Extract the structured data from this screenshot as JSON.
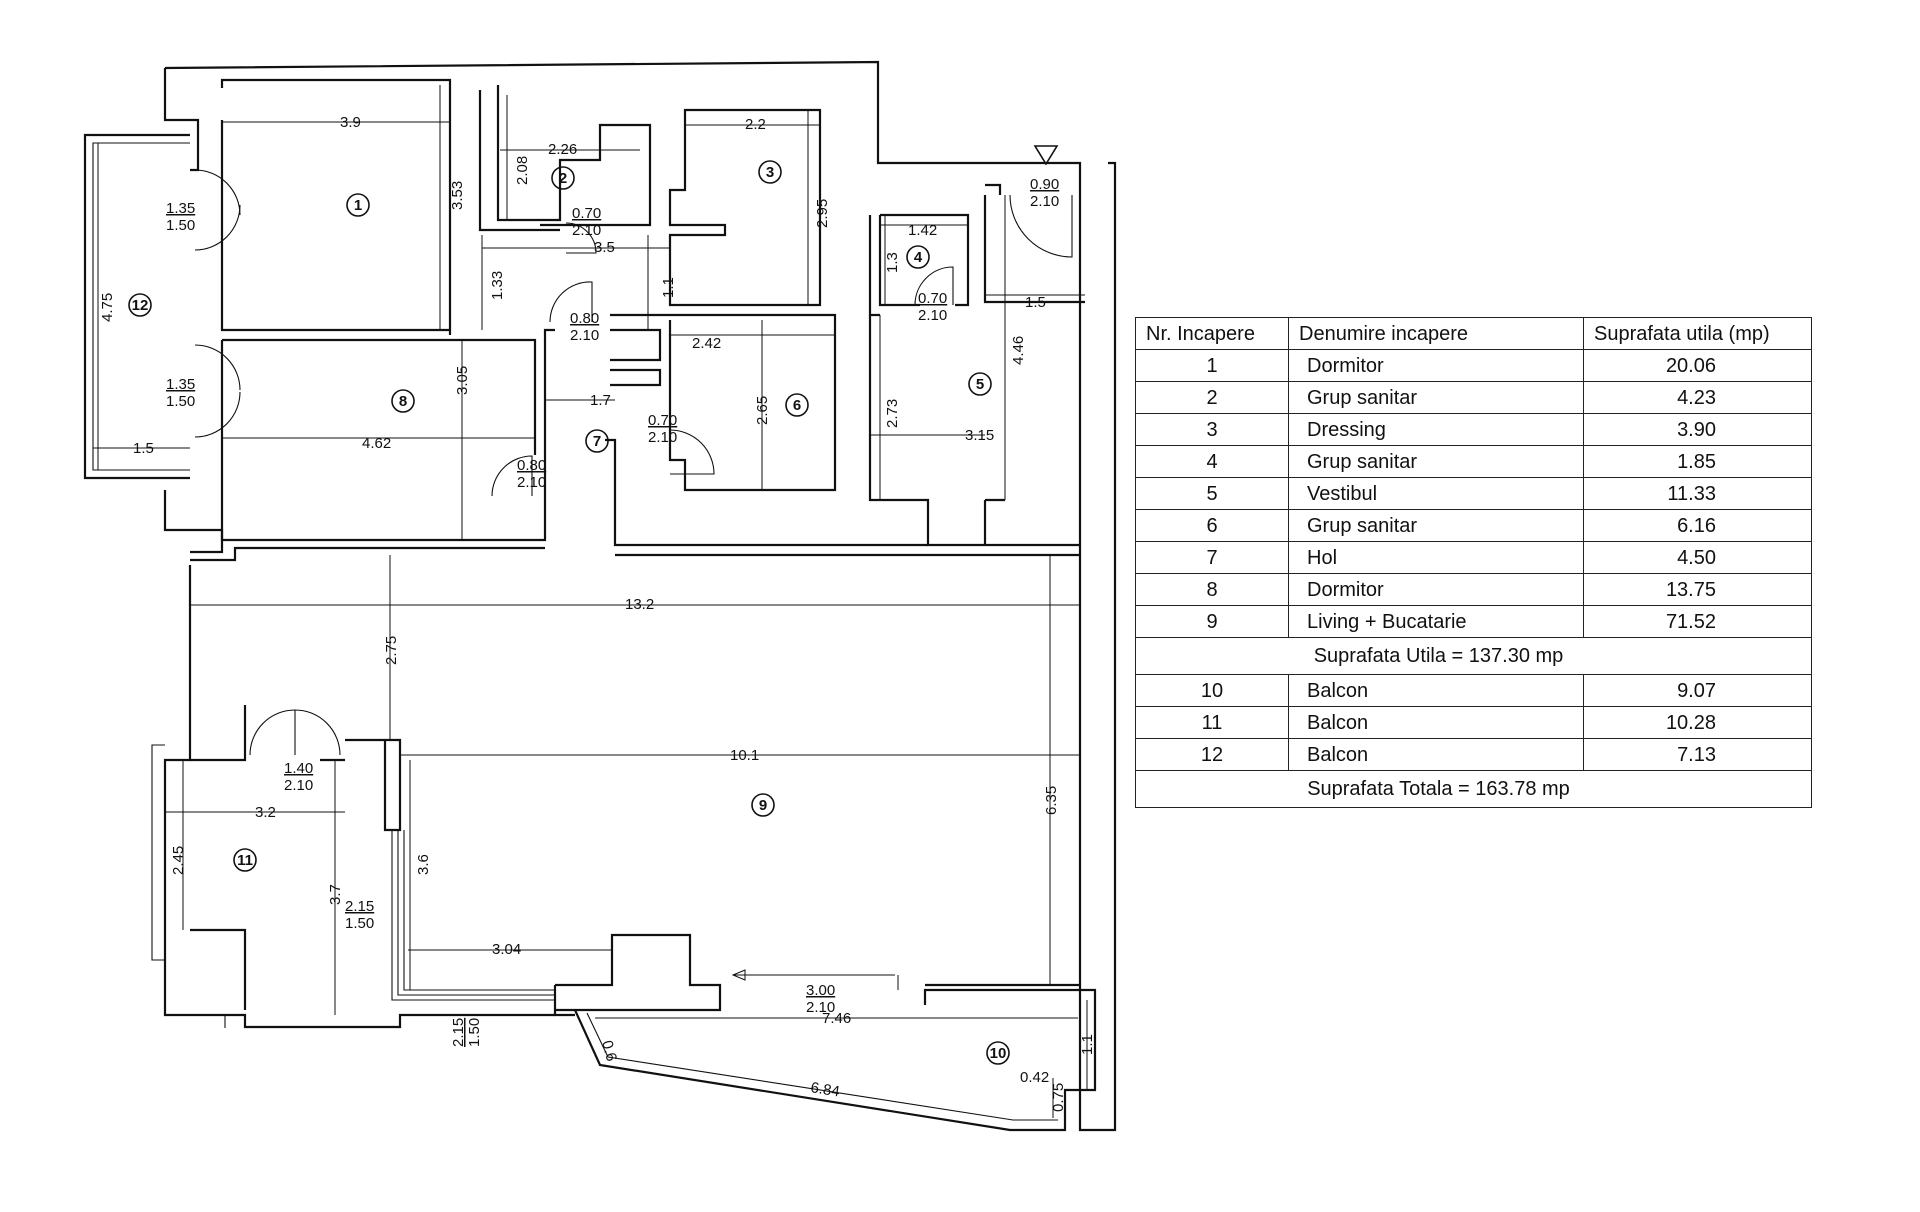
{
  "plan": {
    "room_numbers": [
      "1",
      "2",
      "3",
      "4",
      "5",
      "6",
      "7",
      "8",
      "9",
      "10",
      "11",
      "12"
    ],
    "dimensions": {
      "r1_width": "3.9",
      "r1_height": "3.53",
      "r2_width": "2.26",
      "r2_height": "2.08",
      "r3_width": "2.2",
      "r3_height": "2.95",
      "r4_width": "1.42",
      "r4_height": "1.3",
      "r5_width": "1.5",
      "r5_height": "4.46",
      "r5_depth": "2.73",
      "r5_length": "3.15",
      "r6_width": "2.42",
      "r6_height": "2.65",
      "r7_width": "1.7",
      "corridor_1": "3.5",
      "corridor_2": "1.33",
      "corridor_3": "1.1",
      "r8_width": "4.62",
      "r8_height": "3.05",
      "r9_full": "13.2",
      "r9_width": "10.1",
      "r9_depth_a": "2.75",
      "r9_depth_b": "6.35",
      "r9_depth_c": "3.6",
      "r9_kitchen": "3.04",
      "r10_length": "7.46",
      "r10_outer": "6.84",
      "r10_small_a": "0.42",
      "r10_small_b": "0.75",
      "r10_small_c": "1.1",
      "r10_small_d": "0.6",
      "r11_width": "3.2",
      "r11_height": "2.45",
      "r11_depth": "3.7",
      "r12_height": "4.75",
      "r12_width": "1.5"
    },
    "openings": {
      "d_entry_w": "0.90",
      "d_entry_h": "2.10",
      "d2_w": "0.70",
      "d2_h": "2.10",
      "d4_w": "0.70",
      "d4_h": "2.10",
      "d7_w": "0.80",
      "d7_h": "2.10",
      "d6_w": "0.70",
      "d6_h": "2.10",
      "d8_w": "0.80",
      "d8_h": "2.10",
      "w12a_w": "1.35",
      "w12a_h": "1.50",
      "w12b_w": "1.35",
      "w12b_h": "1.50",
      "d11_w": "1.40",
      "d11_h": "2.10",
      "w11_w": "2.15",
      "w11_h": "1.50",
      "w11b_w": "2.15",
      "w11b_h": "1.50",
      "d10_w": "3.00",
      "d10_h": "2.10"
    }
  },
  "table": {
    "headers": [
      "Nr. Incapere",
      "Denumire incapere",
      "Suprafata utila (mp)"
    ],
    "rows": [
      {
        "nr": "1",
        "name": "Dormitor",
        "area": "20.06"
      },
      {
        "nr": "2",
        "name": "Grup sanitar",
        "area": "4.23"
      },
      {
        "nr": "3",
        "name": "Dressing",
        "area": "3.90"
      },
      {
        "nr": "4",
        "name": "Grup sanitar",
        "area": "1.85"
      },
      {
        "nr": "5",
        "name": "Vestibul",
        "area": "11.33"
      },
      {
        "nr": "6",
        "name": "Grup sanitar",
        "area": "6.16"
      },
      {
        "nr": "7",
        "name": "Hol",
        "area": "4.50"
      },
      {
        "nr": "8",
        "name": "Dormitor",
        "area": "13.75"
      },
      {
        "nr": "9",
        "name": "Living + Bucatarie",
        "area": "71.52"
      }
    ],
    "subtotal": "Suprafata Utila =  137.30 mp",
    "balcony_rows": [
      {
        "nr": "10",
        "name": "Balcon",
        "area": "9.07"
      },
      {
        "nr": "11",
        "name": "Balcon",
        "area": "10.28"
      },
      {
        "nr": "12",
        "name": "Balcon",
        "area": "7.13"
      }
    ],
    "total": "Suprafata Totala =  163.78 mp"
  }
}
